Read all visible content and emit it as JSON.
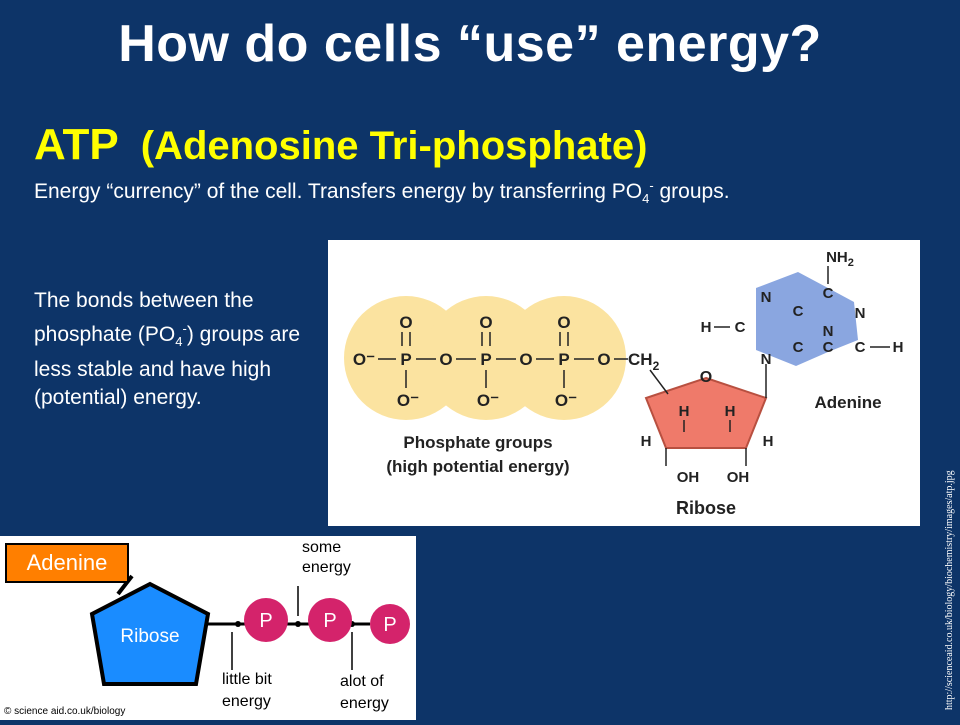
{
  "slide": {
    "title": "How do cells “use” energy?",
    "atp_abbrev": "ATP",
    "atp_full": "(Adenosine Tri-phosphate)",
    "description": {
      "before": "Energy “currency” of the cell. Transfers energy by transferring PO",
      "sub": "4",
      "sup": "-",
      "after": " groups."
    },
    "bonds_text": {
      "line1": "The bonds between the phosphate (PO",
      "sub": "4",
      "sup": "-",
      "line2": ") groups are less stable and have high (potential) energy."
    },
    "source_url": "http://scienceaid.co.uk/biology/biochemistry/images/atp.jpg"
  },
  "atp_structure": {
    "atom_O": "O",
    "atom_O_minus": "O⁻",
    "atom_P": "P",
    "ch2": "CH",
    "ch2_sub": "2",
    "nh2": "NH",
    "nh2_sub": "2",
    "atom_N": "N",
    "atom_C": "C",
    "atom_H": "H",
    "oh": "OH",
    "phosphate_label_1": "Phosphate groups",
    "phosphate_label_2": "(high potential energy)",
    "adenine_label": "Adenine",
    "ribose_label": "Ribose"
  },
  "atp_simple": {
    "adenine_label": "Adenine",
    "ribose_label": "Ribose",
    "p_label": "P",
    "some_energy_1": "some",
    "some_energy_2": "energy",
    "little_bit_1": "little bit",
    "little_bit_2": "energy",
    "alot_1": "alot of",
    "alot_2": "energy",
    "copyright": "© science aid.co.uk/biology"
  },
  "colors": {
    "background": "#0d3468",
    "title": "#ffffff",
    "atp_heading": "#ffff00",
    "phosphate_circle": "#fbe3a0",
    "adenine_ring": "#8aa6e0",
    "ribose_ring": "#ef7a6a",
    "ribose_pentagon": "#1a8cff",
    "adenine_box": "#ff7f00"
  }
}
